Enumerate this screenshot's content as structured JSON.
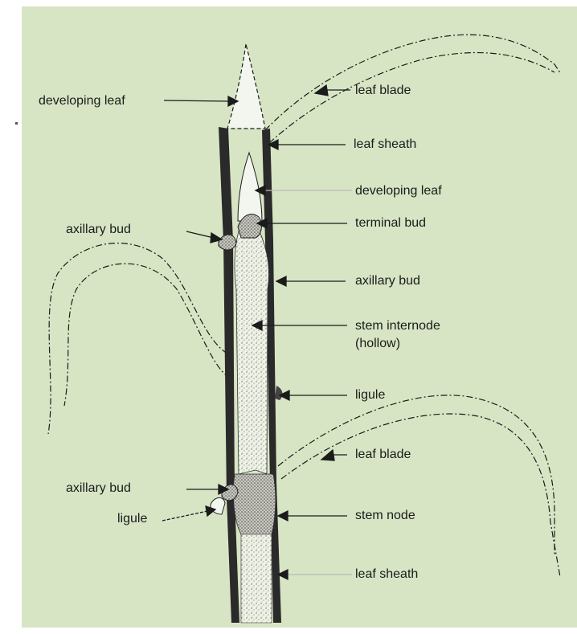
{
  "diagram": {
    "background_color": "#d7e5c4",
    "line_color": "#1b1b1b",
    "labels": {
      "developing_leaf_left": "developing leaf",
      "leaf_blade_top": "leaf blade",
      "leaf_sheath_top": "leaf sheath",
      "developing_leaf_right": "developing leaf",
      "terminal_bud": "terminal bud",
      "axillary_bud_upper_left": "axillary bud",
      "axillary_bud_right": "axillary bud",
      "stem_internode": "stem internode",
      "stem_internode_note": "(hollow)",
      "ligule_right": "ligule",
      "leaf_blade_lower": "leaf blade",
      "axillary_bud_lower_left": "axillary bud",
      "ligule_left": "ligule",
      "stem_node": "stem node",
      "leaf_sheath_bottom": "leaf sheath"
    }
  }
}
